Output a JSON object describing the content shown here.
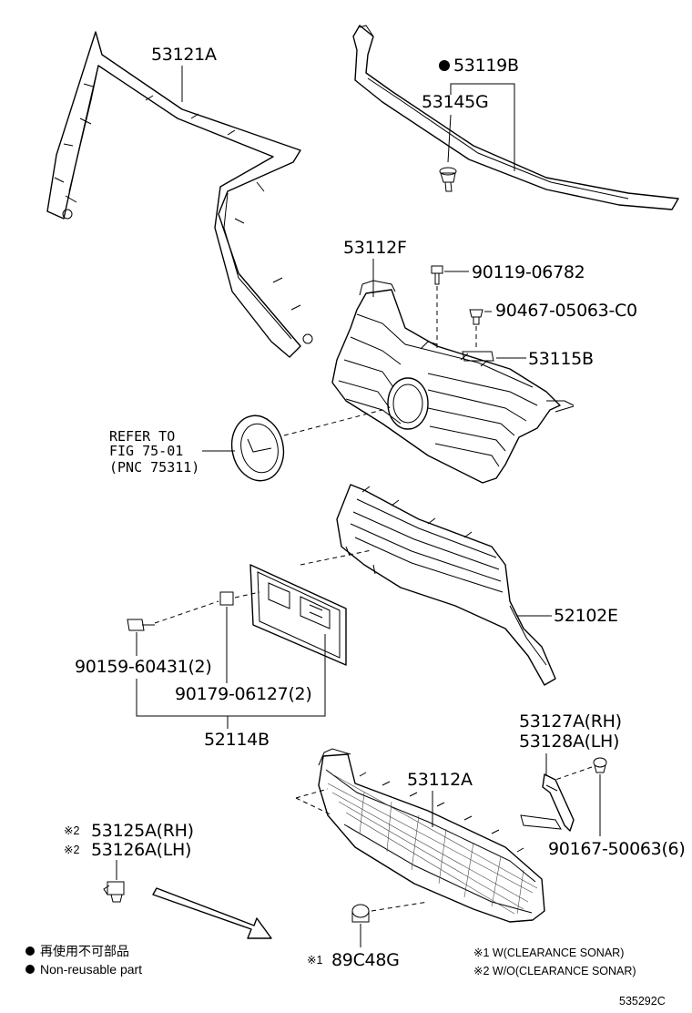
{
  "labels": {
    "p53121A": "53121A",
    "p53119B": "53119B",
    "p53145G": "53145G",
    "p53112F": "53112F",
    "p90119": "90119-06782",
    "p90467": "90467-05063-C0",
    "p53115B": "53115B",
    "refer_line1": "REFER TO",
    "refer_line2": "FIG 75-01",
    "refer_line3": "(PNC 75311)",
    "p52102E": "52102E",
    "p90159": "90159-60431(2)",
    "p90179": "90179-06127(2)",
    "p52114B": "52114B",
    "p53127A": "53127A(RH)",
    "p53128A": "53128A(LH)",
    "p53112A": "53112A",
    "p53125A": "53125A(RH)",
    "p53126A": "53126A(LH)",
    "p90167": "90167-50063(6)",
    "p89C48G": "89C48G",
    "mark2": "※2",
    "mark1": "※1"
  },
  "legend": {
    "jp": "再使用不可部品",
    "en": "Non-reusable part"
  },
  "notes": {
    "n1": "※1 W(CLEARANCE SONAR)",
    "n2": "※2 W/O(CLEARANCE SONAR)"
  },
  "footer": {
    "code": "535292C"
  },
  "colors": {
    "ink": "#000000",
    "paper": "#ffffff"
  }
}
